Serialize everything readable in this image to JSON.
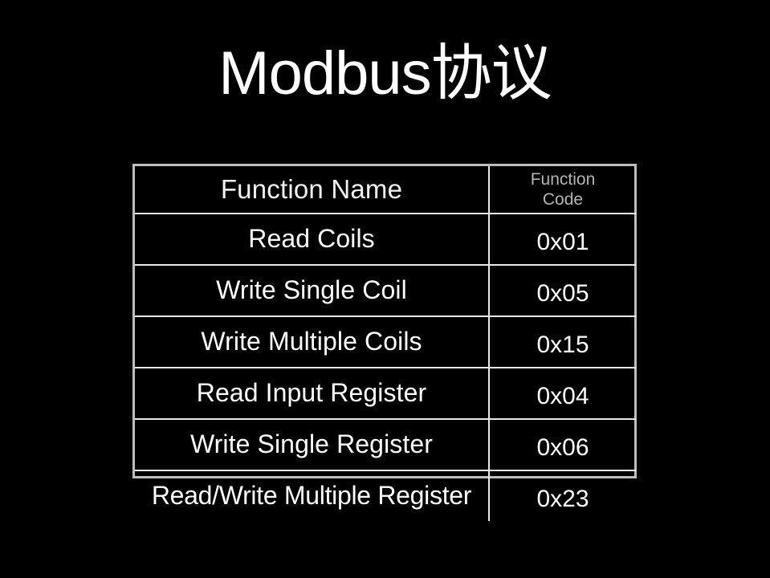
{
  "slide": {
    "title": "Modbus协议",
    "background_color": "#000000",
    "text_color": "#ffffff",
    "border_color": "#bdbdbd"
  },
  "table": {
    "headers": {
      "name": "Function Name",
      "code_line1": "Function",
      "code_line2": "Code",
      "code_color": "#b4b4b4"
    },
    "rows": [
      {
        "name": "Read Coils",
        "code": "0x01"
      },
      {
        "name": "Write Single Coil",
        "code": "0x05"
      },
      {
        "name": "Write Multiple Coils",
        "code": "0x15"
      },
      {
        "name": "Read Input Register",
        "code": "0x04"
      },
      {
        "name": "Write Single Register",
        "code": "0x06"
      },
      {
        "name": "Read/Write Multiple Register",
        "code": "0x23"
      }
    ]
  }
}
